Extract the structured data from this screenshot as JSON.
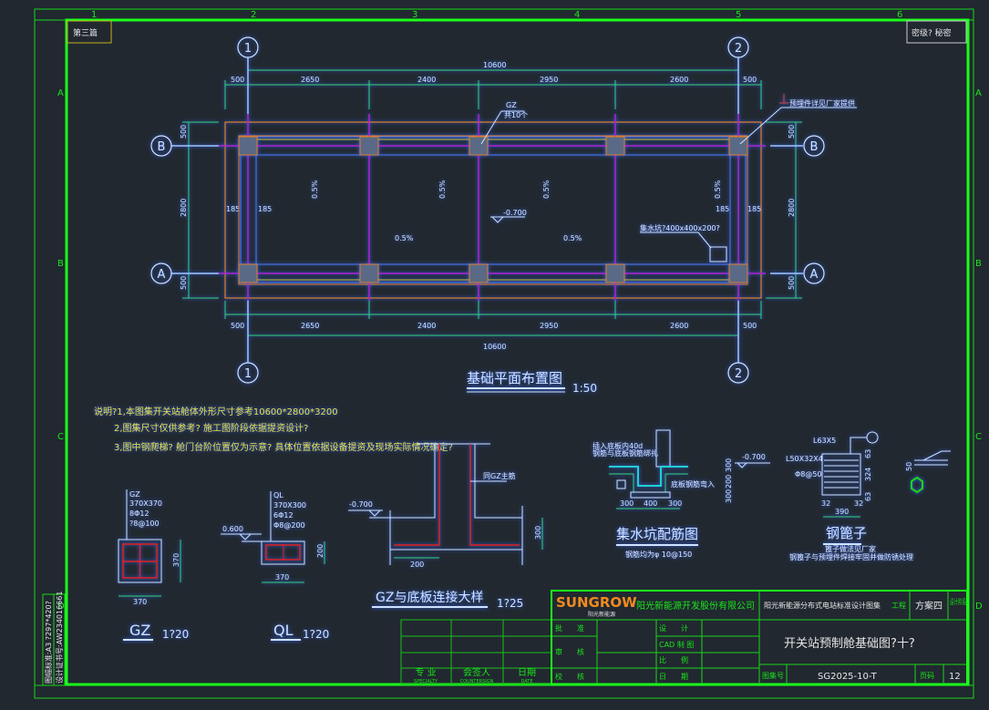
{
  "sheet": {
    "section_label": "第三篇",
    "security_label": "密级? 秘密",
    "column_markers": [
      "1",
      "2",
      "3",
      "4",
      "5",
      "6"
    ],
    "row_markers": [
      "A",
      "B",
      "C",
      "D"
    ],
    "side_stamp_1": "图幅标准:A3  ?297*420?",
    "side_stamp_2": "设计证书号:AW234016661"
  },
  "plan": {
    "title": "基础平面布置图",
    "scale": "1:50",
    "axes_x": [
      "1",
      "2"
    ],
    "axes_y": [
      "B",
      "A"
    ],
    "overall_dim": "10600",
    "segment_dims": [
      "500",
      "2650",
      "2400",
      "2950",
      "2600",
      "500"
    ],
    "side_dims": [
      "500",
      "2800",
      "500"
    ],
    "offset_dims": [
      "185",
      "185"
    ],
    "slope_labels": [
      "0.5%",
      "0.5%",
      "0.5%",
      "0.5%",
      "0.5%",
      "0.5%"
    ],
    "elevation": "-0.700",
    "gz_callout": "GZ",
    "gz_count": "共10个",
    "sump_callout": "集水坑?400x400x200?",
    "anchor_callout": "预埋件详见厂家提供"
  },
  "notes": [
    "说明?1,本图集开关站舱体外形尺寸参考10600*2800*3200",
    "2,图集尺寸仅供参考? 施工图阶段依据提资设计?",
    "3,图中钢爬梯? 舱门台阶位置仅为示意? 具体位置依据设备提资及现场实际情况确定?"
  ],
  "details": {
    "gz": {
      "title": "GZ",
      "scale": "1?20",
      "spec": [
        "GZ",
        "370X370",
        "8Φ12",
        "?8@100"
      ],
      "dims": [
        "370",
        "370"
      ]
    },
    "ql": {
      "title": "QL",
      "scale": "1?20",
      "spec": [
        "QL",
        "370X300",
        "6Φ12",
        "Φ8@200"
      ],
      "dims": [
        "370",
        "200"
      ],
      "elevation": "0.600"
    },
    "gz_base": {
      "title": "GZ与底板连接大样",
      "scale": "1?25",
      "elevation": "-0.700",
      "dims": [
        "200",
        "300"
      ],
      "callout": "同GZ主筋"
    },
    "sump": {
      "title": "集水坑配筋图",
      "subtitle": "钢筋均为φ 10@150",
      "dims": [
        "300",
        "400",
        "300"
      ],
      "vdims": [
        "300",
        "200",
        "300"
      ],
      "elevation": "-0.700",
      "callouts": [
        "插入底板内40d",
        "钢筋与底板钢筋绑扎",
        "底板钢筋弯入"
      ]
    },
    "grate": {
      "title": "钢篦子",
      "subtitle": "篦子做法见厂家",
      "note": "钢篦子与预埋件焊接牢固并做防锈处理",
      "specs": [
        "L63X5",
        "L50X32X4",
        "Φ8@50"
      ],
      "dims": [
        "390",
        "32",
        "32"
      ],
      "vdims": [
        "63",
        "324",
        "63"
      ],
      "side_dim": "50"
    }
  },
  "title_block": {
    "brand": "SUNGROW",
    "brand_sub": "阳光新能源",
    "company": "阳光新能源开发股份有限公司",
    "project": "阳光新能源分布式电站标准设计图集",
    "project_suffix": "工程",
    "scheme": "方案四",
    "stage": "设计阶段",
    "drawing_title": "开关站预制舱基础图?十?",
    "rows_left": [
      "批　　准",
      "审　　核",
      "校　　核"
    ],
    "rows_mid": [
      "设　　计",
      "CAD 制 图",
      "比　　例",
      "日　　期"
    ],
    "drawing_no_label": "图集号",
    "drawing_no": "SG2025-10-T",
    "page_label": "页码",
    "page": "12",
    "sign_headers": [
      "专 业",
      "会签人",
      "日期"
    ],
    "sign_headers_en": [
      "SPECIALTY",
      "COUNTERSIGN",
      "DATE"
    ]
  }
}
